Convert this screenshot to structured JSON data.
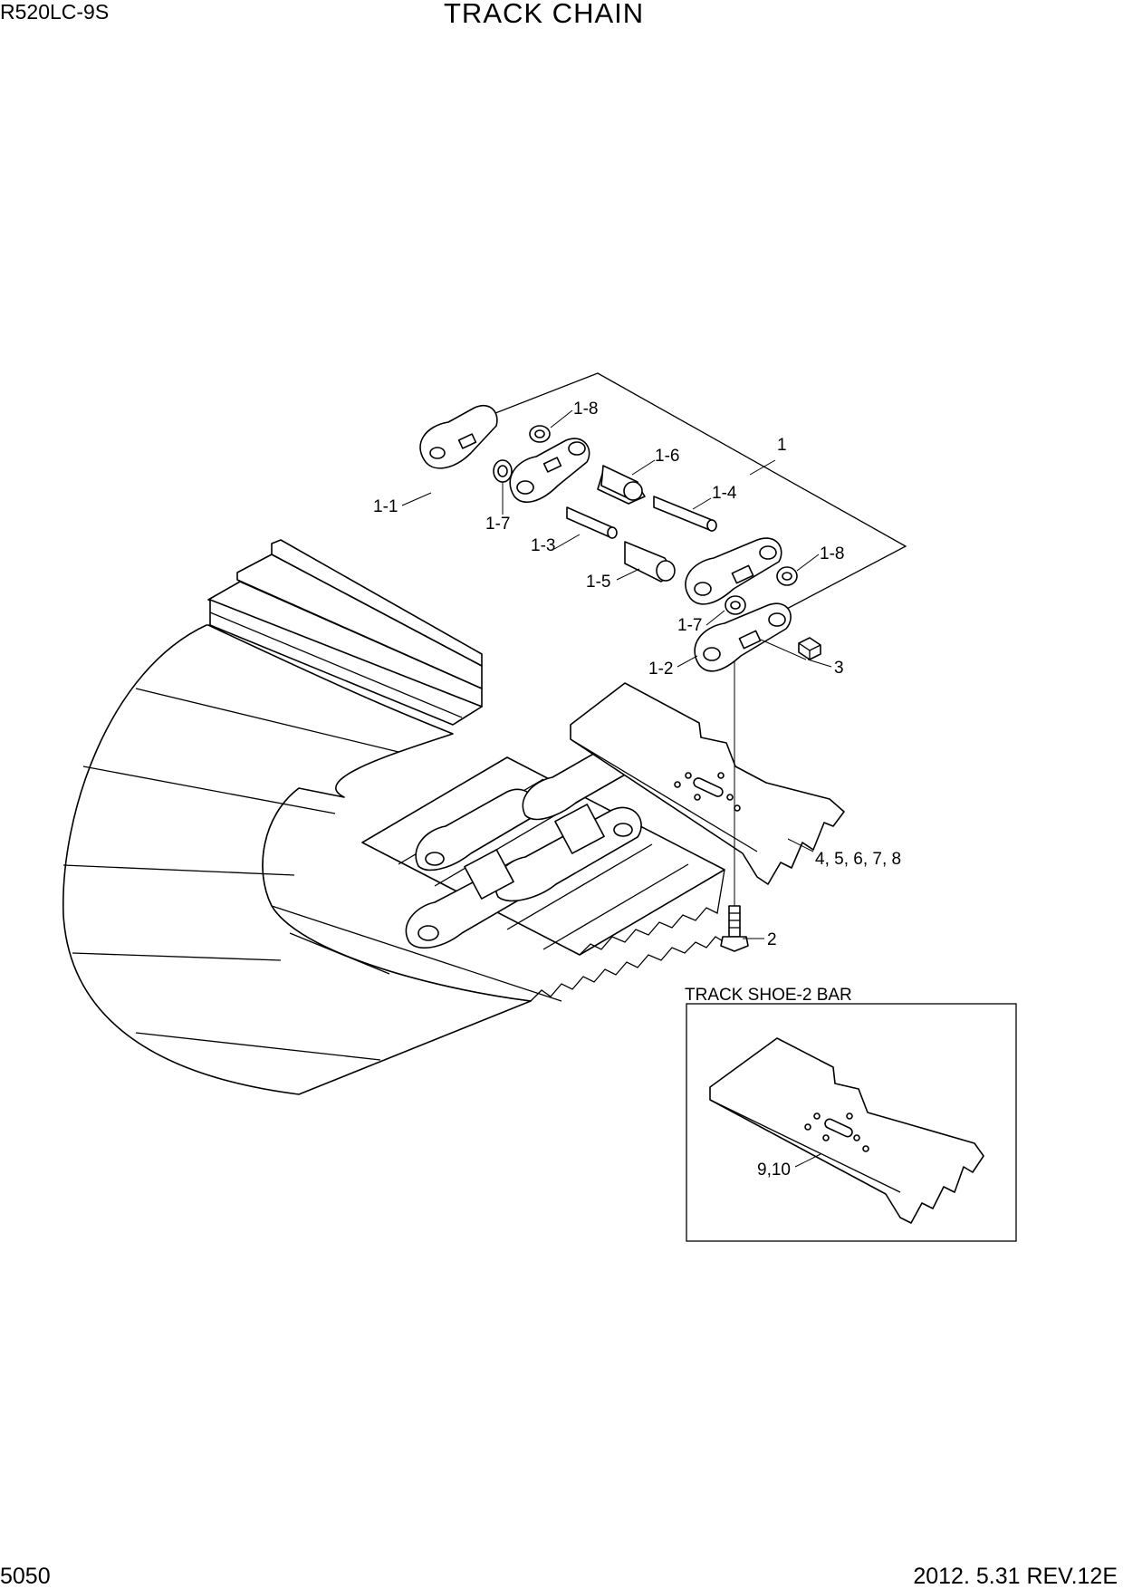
{
  "header": {
    "model": "R520LC-9S",
    "title": "TRACK CHAIN"
  },
  "footer": {
    "page_number": "5050",
    "revision": "2012. 5.31  REV.12E"
  },
  "callouts": {
    "c1": "1",
    "c1_1": "1-1",
    "c1_2": "1-2",
    "c1_3": "1-3",
    "c1_4": "1-4",
    "c1_5": "1-5",
    "c1_6": "1-6",
    "c1_7a": "1-7",
    "c1_7b": "1-7",
    "c1_8a": "1-8",
    "c1_8b": "1-8",
    "c2": "2",
    "c3": "3",
    "c4_8": "4, 5, 6, 7, 8",
    "c9_10": "9,10"
  },
  "inset": {
    "title": "TRACK SHOE-2 BAR"
  }
}
